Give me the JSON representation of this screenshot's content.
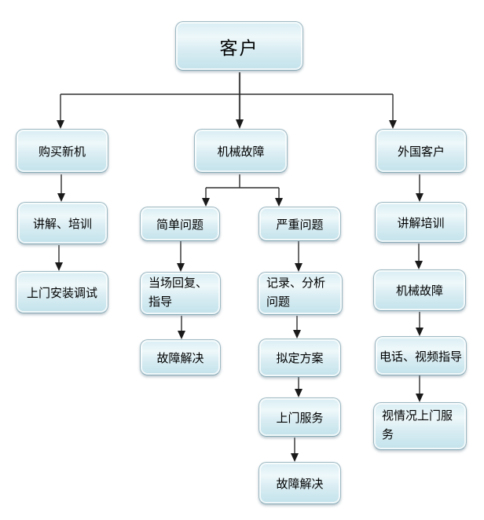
{
  "flowchart": {
    "root": "客户",
    "branches": {
      "new_purchase": {
        "steps": [
          "购买新机",
          "讲解、培训",
          "上门安装调试"
        ]
      },
      "mechanical_fault": {
        "head": "机械故障",
        "simple": {
          "steps": [
            "简单问题",
            "当场回复、指导",
            "故障解决"
          ]
        },
        "serious": {
          "steps": [
            "严重问题",
            "记录、分析问题",
            "拟定方案",
            "上门服务",
            "故障解决"
          ]
        }
      },
      "foreign": {
        "steps": [
          "外国客户",
          "讲解培训",
          "机械故障",
          "电话、视频指导",
          "视情况上门服务"
        ]
      }
    },
    "colors": {
      "node_fill_top": "#d8edf3",
      "node_fill_bottom": "#c3e2eb",
      "node_border": "#9cb8c2",
      "connector": "#2e2e2e",
      "background": "#ffffff"
    }
  }
}
